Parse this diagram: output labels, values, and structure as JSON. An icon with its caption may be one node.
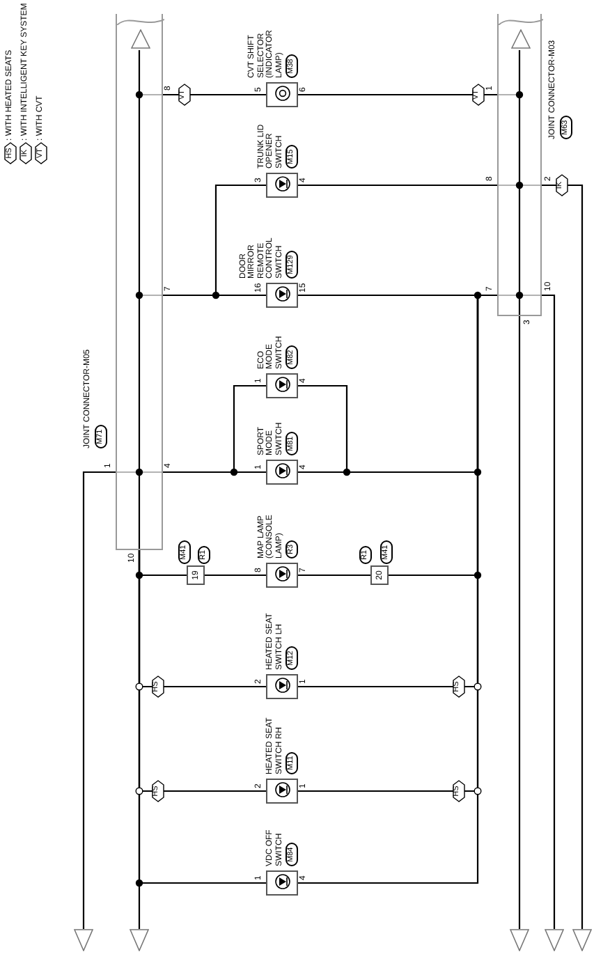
{
  "diagram": {
    "nodes": [
      {
        "text": [
          "JOINT CONNECTOR-M05",
          "M71"
        ],
        "beside": [
          "8",
          "7",
          "4",
          "1",
          "10"
        ]
      },
      {
        "text": [],
        "shape": "triangle",
        "in": 0
      },
      {
        "text": [
          "JOINT CONNECTOR-M03",
          "M63"
        ],
        "beside": [
          "1",
          "8",
          "2",
          "7",
          "10",
          "3"
        ]
      },
      {
        "text": [],
        "shape": "triangle",
        "in": 2
      },
      {
        "text": [
          "CVT SHIFT SELECTOR (INDICATOR LAMP)",
          "M38"
        ],
        "beside": [
          "5",
          "6"
        ]
      },
      {
        "text": [
          "TRUNK LID OPENER SWITCH",
          "M15"
        ],
        "beside": [
          "3",
          "4"
        ]
      },
      {
        "text": [
          "DOOR MIRROR REMOTE CONTROL SWITCH",
          "M129"
        ],
        "beside": [
          "16",
          "15"
        ]
      },
      {
        "text": [
          "ECO MODE SWITCH",
          "M82"
        ],
        "beside": [
          "1",
          "4"
        ]
      },
      {
        "text": [
          "SPORT MODE SWITCH",
          "M81"
        ],
        "beside": [
          "1",
          "4"
        ]
      },
      {
        "text": [
          "19"
        ],
        "beside": [
          "M41",
          "R1"
        ]
      },
      {
        "text": [
          "MAP LAMP (CONSOLE LAMP)",
          "R3"
        ],
        "beside": [
          "8",
          "7"
        ]
      },
      {
        "text": [
          "20"
        ],
        "beside": [
          "R1",
          "M41"
        ]
      },
      {
        "text": [
          "HEATED SEAT SWITCH LH",
          "M12"
        ],
        "beside": [
          "2",
          "1"
        ]
      },
      {
        "text": [
          "HEATED SEAT SWITCH RH",
          "M11"
        ],
        "beside": [
          "2",
          "1"
        ]
      },
      {
        "text": [
          "VDC OFF SWITCH",
          "M84"
        ],
        "beside": [
          "1",
          "4"
        ]
      },
      {
        "text": [],
        "shape": "triangle"
      },
      {
        "text": [],
        "shape": "triangle"
      },
      {
        "text": [],
        "shape": "triangle"
      },
      {
        "text": [],
        "shape": "triangle"
      },
      {
        "text": [],
        "shape": "triangle"
      }
    ],
    "edges": [
      {
        "from": 1,
        "to": 16,
        "arrow": "none"
      },
      {
        "from": 0,
        "to": 4,
        "arrow": "none",
        "label": "VT"
      },
      {
        "from": 4,
        "to": 2,
        "arrow": "none",
        "label": "VT"
      },
      {
        "from": 0,
        "to": 6,
        "arrow": "none"
      },
      {
        "from": 0,
        "to": 5,
        "arrow": "none"
      },
      {
        "from": 5,
        "to": 2,
        "arrow": "none"
      },
      {
        "from": 2,
        "to": 19,
        "arrow": "none",
        "label": "IK"
      },
      {
        "from": 6,
        "to": 2,
        "arrow": "none"
      },
      {
        "from": 2,
        "to": 18,
        "arrow": "none"
      },
      {
        "from": 3,
        "to": 17,
        "arrow": "none"
      },
      {
        "from": 0,
        "to": 8,
        "arrow": "none"
      },
      {
        "from": 0,
        "to": 7,
        "arrow": "none"
      },
      {
        "from": 0,
        "to": 15,
        "arrow": "none"
      },
      {
        "from": 8,
        "to": 2,
        "arrow": "none"
      },
      {
        "from": 7,
        "to": 2,
        "arrow": "none"
      },
      {
        "from": 0,
        "to": 9,
        "arrow": "none"
      },
      {
        "from": 9,
        "to": 10,
        "arrow": "none"
      },
      {
        "from": 10,
        "to": 11,
        "arrow": "none"
      },
      {
        "from": 11,
        "to": 2,
        "arrow": "none"
      },
      {
        "from": 0,
        "to": 12,
        "arrow": "none",
        "label": "HS"
      },
      {
        "from": 12,
        "to": 2,
        "arrow": "none",
        "label": "HS"
      },
      {
        "from": 0,
        "to": 13,
        "arrow": "none",
        "label": "HS"
      },
      {
        "from": 13,
        "to": 2,
        "arrow": "none",
        "label": "HS"
      },
      {
        "from": 0,
        "to": 14,
        "arrow": "none"
      },
      {
        "from": 14,
        "to": 2,
        "arrow": "none"
      }
    ],
    "labels": [
      "HS",
      "IK",
      "VT"
    ],
    "legend": [
      {
        "text": ": WITH HEATED SEATS"
      },
      {
        "text": ": WITH INTELLIGENT KEY SYSTEM"
      },
      {
        "text": ": WITH CVT"
      }
    ]
  }
}
